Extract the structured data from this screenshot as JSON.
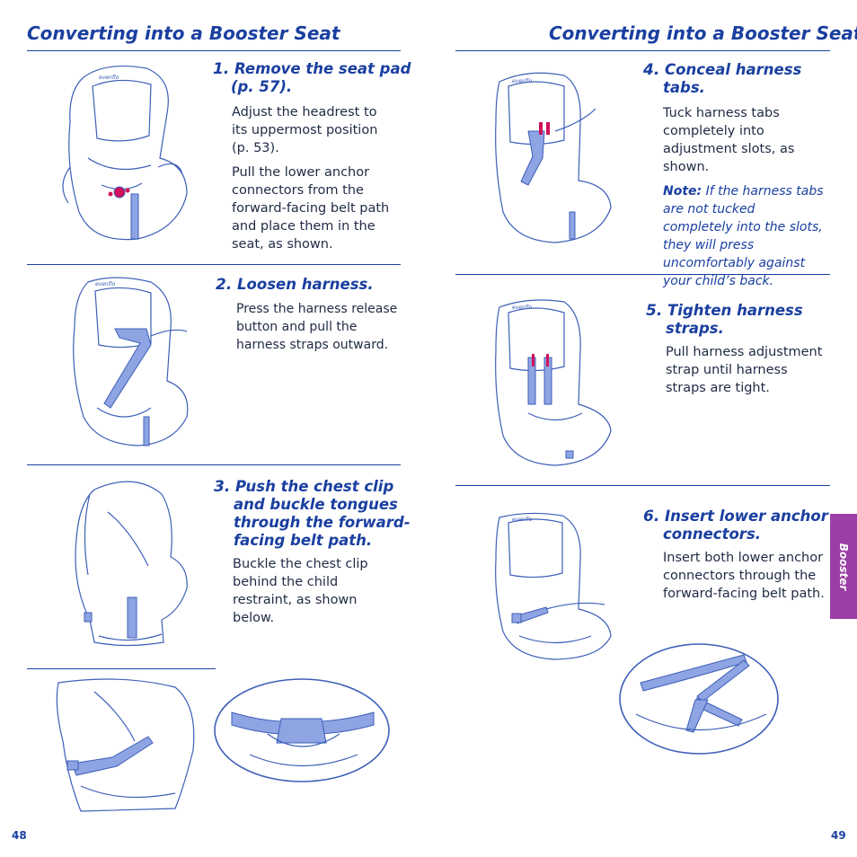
{
  "left_page": {
    "heading": "Converting into a Booster Seat",
    "page_number": "48",
    "steps": [
      {
        "number": "1.",
        "title_line1": "Remove the seat pad",
        "title_line2": "(p. 57).",
        "paragraphs": [
          "Adjust the headrest to its uppermost position (p. 53).",
          "Pull the lower anchor connectors from the forward-facing belt path and place them in the seat, as shown."
        ]
      },
      {
        "number": "2.",
        "title": "Loosen harness.",
        "paragraphs": [
          "Press the harness release button and pull the harness straps outward."
        ]
      },
      {
        "number": "3.",
        "title_line1": "Push the chest clip",
        "title_line2": "and buckle tongues",
        "title_line3": "through the forward-",
        "title_line4": "facing belt path.",
        "paragraphs": [
          "Buckle the chest clip behind the child restraint, as shown below."
        ]
      }
    ]
  },
  "right_page": {
    "heading": "Converting into a Booster Seat",
    "page_number": "49",
    "side_tab": "Booster",
    "steps": [
      {
        "number": "4.",
        "title_line1": "Conceal harness",
        "title_line2": "tabs.",
        "paragraphs": [
          "Tuck harness tabs completely into adjustment slots, as shown."
        ],
        "note_label": "Note:",
        "note_text": "If the harness tabs are not tucked completely into the slots, they will press uncomfortably against your child’s back."
      },
      {
        "number": "5.",
        "title_line1": "Tighten harness",
        "title_line2": "straps.",
        "paragraphs": [
          "Pull harness adjustment strap until harness straps are tight."
        ]
      },
      {
        "number": "6.",
        "title_line1": "Insert lower anchor",
        "title_line2": "connectors.",
        "paragraphs": [
          "Insert both lower anchor connectors through the forward-facing belt path."
        ]
      }
    ]
  },
  "brand_mark": "evenflo",
  "colors": {
    "heading_blue": "#1a3fa0",
    "line_art": "#3d5fb8",
    "strap_blue": "#8ea4e3",
    "tab_purple": "#9b3fa6",
    "accent_red": "#d0105a"
  }
}
